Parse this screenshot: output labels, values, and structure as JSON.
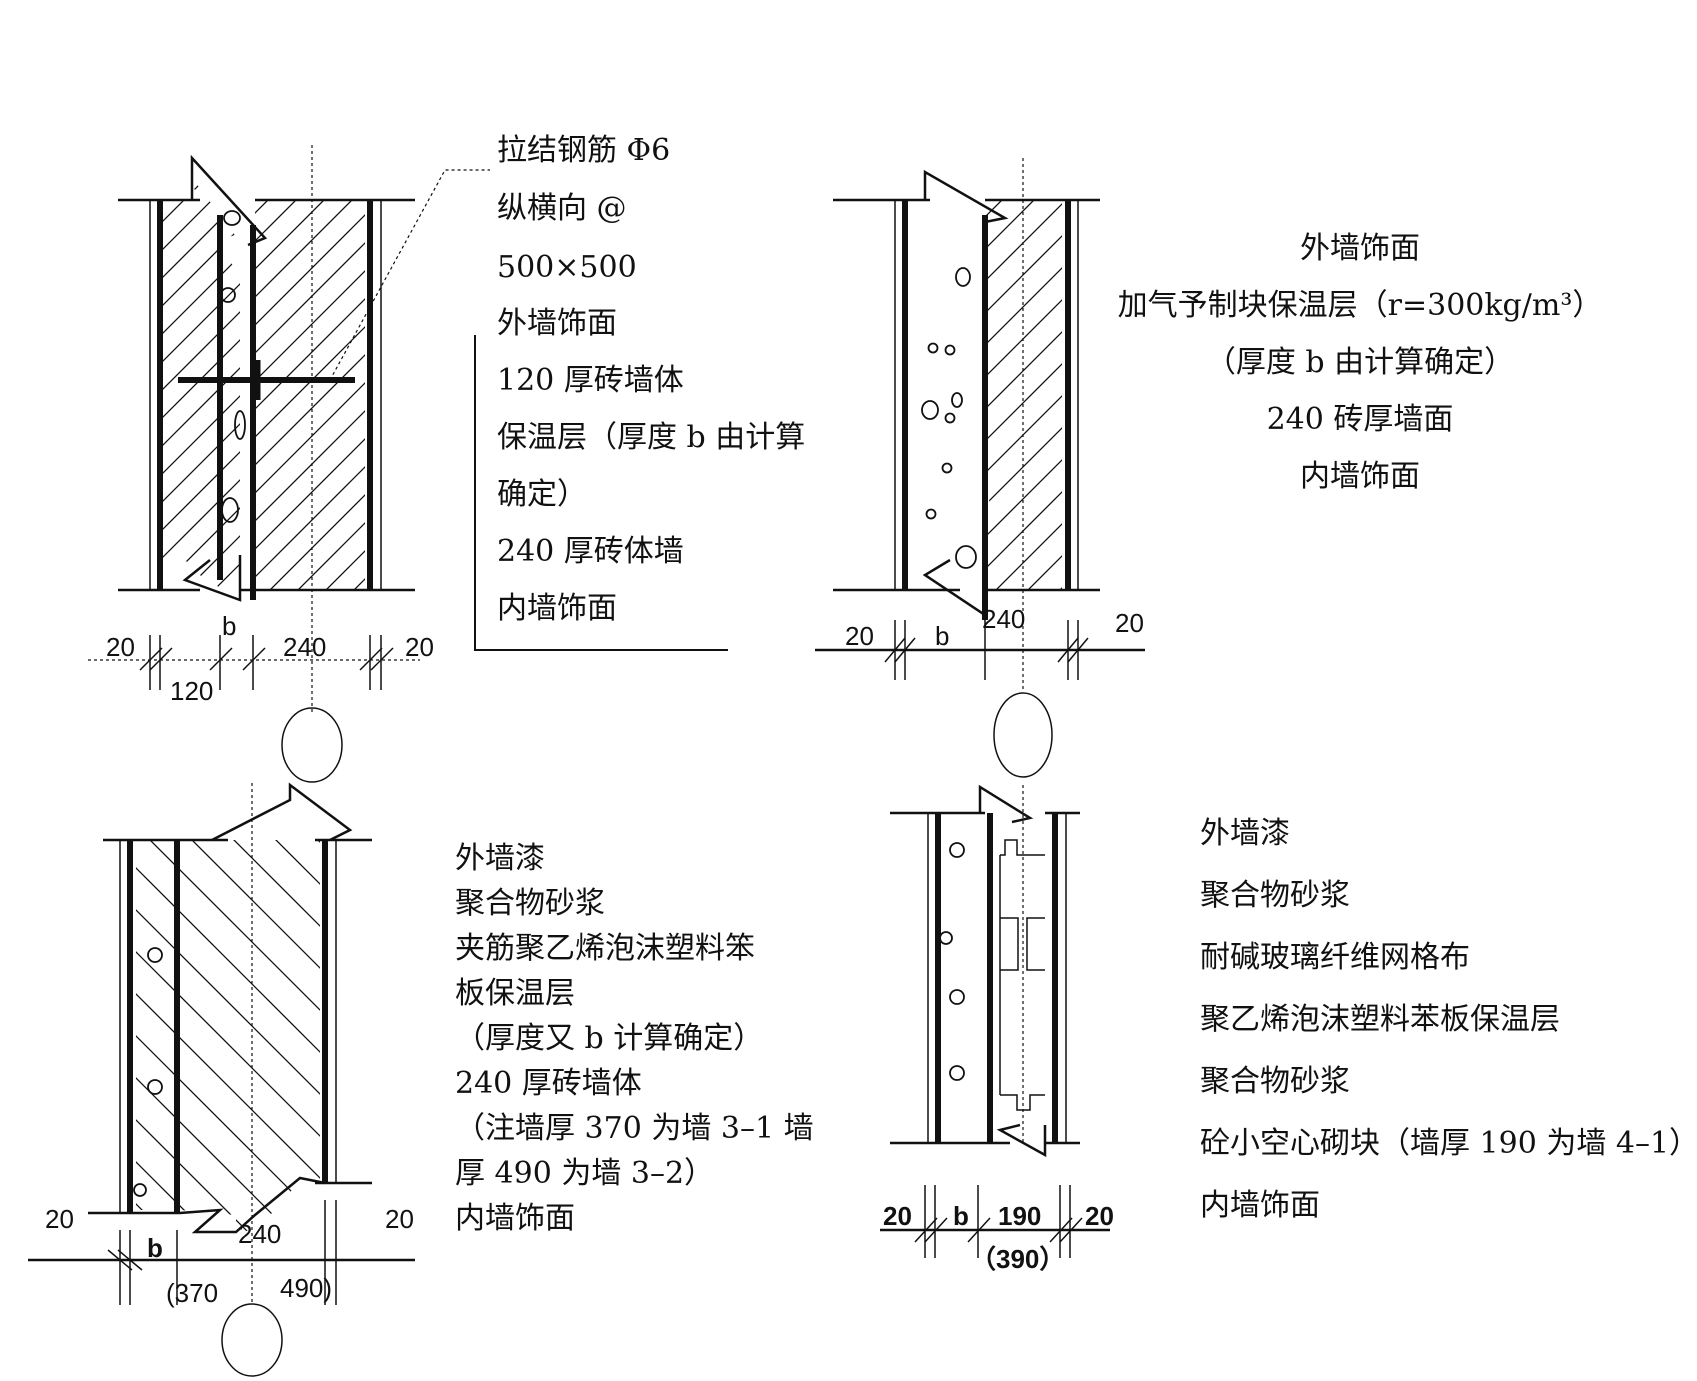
{
  "detail1": {
    "labels": [
      "拉结钢筋 Φ6",
      "纵横向 @",
      "500×500",
      "外墙饰面",
      "120 厚砖墙体",
      "保温层（厚度 b 由计算",
      "确定）",
      "240 厚砖体墙",
      "内墙饰面"
    ],
    "dims": {
      "left": "20",
      "b": "b",
      "mid": "240",
      "right": "20",
      "bottom": "120"
    }
  },
  "detail2": {
    "labels": [
      "外墙饰面",
      "加气予制块保温层（r=300kg/m³）",
      "（厚度 b 由计算确定）",
      "240 砖厚墙面",
      "内墙饰面"
    ],
    "dims": {
      "left": "20",
      "b": "b",
      "mid": "240",
      "right": "20"
    }
  },
  "detail3": {
    "labels": [
      "外墙漆",
      "聚合物砂浆",
      "夹筋聚乙烯泡沫塑料笨",
      "板保温层",
      "（厚度又 b 计算确定）",
      "240 厚砖墙体",
      "（注墙厚 370 为墙 3–1 墙",
      "厚 490 为墙 3–2）",
      "内墙饰面"
    ],
    "dims": {
      "left": "20",
      "b": "b",
      "mid": "240",
      "right": "20",
      "bottom_a": "(370",
      "bottom_b": "490)"
    }
  },
  "detail4": {
    "labels": [
      "外墙漆",
      "聚合物砂浆",
      "耐碱玻璃纤维网格布",
      "聚乙烯泡沫塑料苯板保温层",
      "聚合物砂浆",
      "砼小空心砌块（墙厚 190 为墙 4–1）",
      "内墙饰面"
    ],
    "dims": {
      "left": "20",
      "b": "b",
      "mid": "190",
      "right": "20",
      "bottom": "（390）"
    }
  }
}
